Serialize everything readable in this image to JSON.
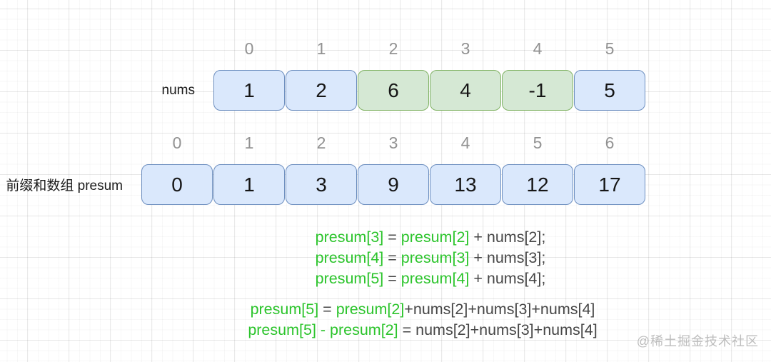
{
  "watermark": "@稀土掘金技术社区",
  "colors": {
    "formula_green": "#2cc42c",
    "formula_dark": "#464646",
    "index_gray": "#929292",
    "cell_blue_fill": "#dae8fc",
    "cell_blue_border": "#6c8ebf",
    "cell_green_fill": "#d5e8d4",
    "cell_green_border": "#82b366"
  },
  "arrays": [
    {
      "id": "nums",
      "label": "nums",
      "indices": [
        "0",
        "1",
        "2",
        "3",
        "4",
        "5"
      ],
      "cells": [
        {
          "value": "1",
          "style": "blue"
        },
        {
          "value": "2",
          "style": "blue"
        },
        {
          "value": "6",
          "style": "green"
        },
        {
          "value": "4",
          "style": "green"
        },
        {
          "value": "-1",
          "style": "green"
        },
        {
          "value": "5",
          "style": "blue"
        }
      ]
    },
    {
      "id": "presum",
      "label": "前缀和数组 presum",
      "indices": [
        "0",
        "1",
        "2",
        "3",
        "4",
        "5",
        "6"
      ],
      "cells": [
        {
          "value": "0",
          "style": "blue"
        },
        {
          "value": "1",
          "style": "blue"
        },
        {
          "value": "3",
          "style": "blue"
        },
        {
          "value": "9",
          "style": "blue"
        },
        {
          "value": "13",
          "style": "blue"
        },
        {
          "value": "12",
          "style": "blue"
        },
        {
          "value": "17",
          "style": "blue"
        }
      ]
    }
  ],
  "formula_groups": [
    {
      "id": "recurrence",
      "lines": [
        {
          "segments": [
            {
              "text": "presum[3]",
              "color": "green"
            },
            {
              "text": " = ",
              "color": "dark"
            },
            {
              "text": "presum[2]",
              "color": "green"
            },
            {
              "text": " + nums[2];",
              "color": "dark"
            }
          ]
        },
        {
          "segments": [
            {
              "text": "presum[4]",
              "color": "green"
            },
            {
              "text": " = ",
              "color": "dark"
            },
            {
              "text": "presum[3]",
              "color": "green"
            },
            {
              "text": " + nums[3];",
              "color": "dark"
            }
          ]
        },
        {
          "segments": [
            {
              "text": "presum[5]",
              "color": "green"
            },
            {
              "text": " = ",
              "color": "dark"
            },
            {
              "text": "presum[4]",
              "color": "green"
            },
            {
              "text": " + nums[4];",
              "color": "dark"
            }
          ]
        }
      ]
    },
    {
      "id": "range-sum",
      "lines": [
        {
          "segments": [
            {
              "text": "presum[5]",
              "color": "green"
            },
            {
              "text": " = ",
              "color": "dark"
            },
            {
              "text": "presum[2]",
              "color": "green"
            },
            {
              "text": "+nums[2]+nums[3]+nums[4]",
              "color": "dark"
            }
          ]
        },
        {
          "segments": [
            {
              "text": "presum[5] - presum[2]",
              "color": "green"
            },
            {
              "text": " = nums[2]+nums[3]+nums[4]",
              "color": "dark"
            }
          ]
        }
      ]
    }
  ]
}
